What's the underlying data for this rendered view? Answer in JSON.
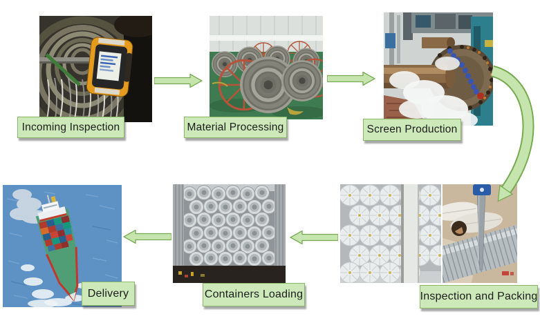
{
  "diagram": {
    "type": "production-process-flow",
    "background": "#ffffff",
    "colors": {
      "label_fill": "#cde9ba",
      "label_border": "#8ab768",
      "label_text": "#1c1c1c",
      "arrow_fill": "#c6e5ae",
      "arrow_border": "#76aa50"
    },
    "steps": [
      {
        "label": "Incoming Inspection",
        "photo": "coiled-steel-wire-with-handheld-tester"
      },
      {
        "label": "Material Processing",
        "photo": "stainless-wire-spools-on-factory-floor"
      },
      {
        "label": "Screen Production",
        "photo": "screen-welding-machine-with-steam"
      },
      {
        "label": "Inspection and Packing",
        "photo": "wrapped-screen-bundles-and-caliper-check"
      },
      {
        "label": "Containers Loading",
        "photo": "container-packed-with-screen-tubes"
      },
      {
        "label": "Delivery",
        "photo": "container-ship-at-sea"
      }
    ],
    "flow": [
      "Incoming Inspection",
      "Material Processing",
      "Screen Production",
      "Inspection and Packing",
      "Containers Loading",
      "Delivery"
    ]
  }
}
